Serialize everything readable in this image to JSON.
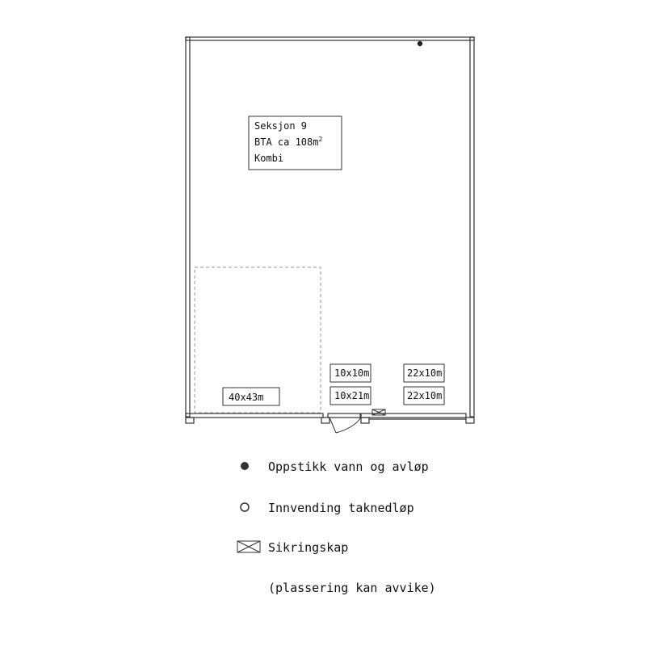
{
  "section": {
    "line1": "Seksjon 9",
    "line2_prefix": "BTA ca 108m",
    "line2_sup": "2",
    "line3": "Kombi"
  },
  "doors": {
    "port_large": "40x43m",
    "port_1": "10x10m",
    "port_2": "10x21m",
    "port_3": "22x10m",
    "port_4": "22x10m"
  },
  "legend": {
    "item1": "Oppstikk vann og avløp",
    "item2": "Innvending taknedløp",
    "item3": "Sikringskap",
    "note": "(plassering kan avvike)"
  },
  "colors": {
    "wall": "#333333",
    "dashed": "#999999",
    "dot": "#222222"
  },
  "icons": [
    "filled-dot-icon",
    "hollow-circle-icon",
    "fuse-box-icon"
  ]
}
